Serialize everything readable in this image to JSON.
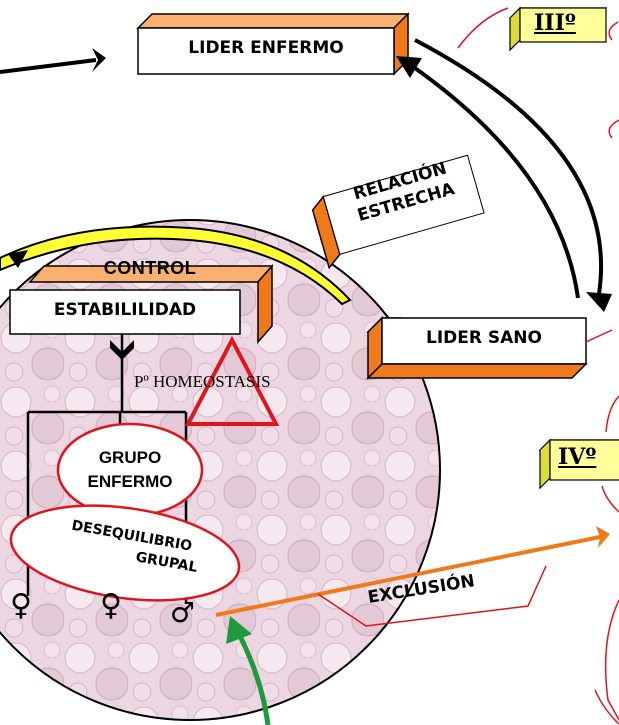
{
  "boxes": {
    "lider_enfermo": "LIDER ENFERMO",
    "lider_sano": "LIDER SANO",
    "estabilidad": "ESTABILILIDAD",
    "control": "CONTROL",
    "relacion_line1": "RELACIÓN",
    "relacion_line2": "ESTRECHA"
  },
  "roman_labels": {
    "third": "IIIº",
    "fourth": "IVº"
  },
  "circle": {
    "principle": "Pº HOMEOSTASIS",
    "grupo_line1": "GRUPO",
    "grupo_line2": "ENFERMO",
    "desequilibrio_line1": "DESEQUILIBRIO",
    "desequilibrio_line2": "GRUPAL",
    "members": [
      "♀",
      "♀",
      "♂"
    ]
  },
  "exclusion": "EXCLUSIÓN",
  "colors": {
    "box_face": "#ffffff",
    "box_side": "#f07a1a",
    "box_top": "#f9b070",
    "roman_face": "#ffff99",
    "roman_side": "#dcdc3a",
    "red": "#e0141c",
    "green": "#1e9a3c",
    "arc_yellow": "#ffff33",
    "circle_fill": "#ecd6e2"
  }
}
